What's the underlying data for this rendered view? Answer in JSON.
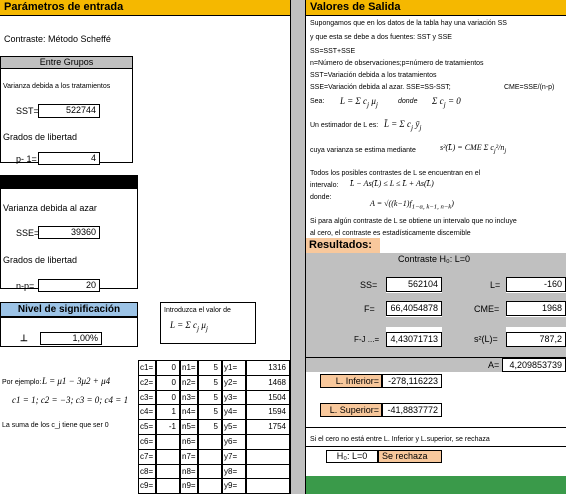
{
  "left": {
    "header": "Parámetros de entrada",
    "contraste": "Contraste: Método Scheffé",
    "entre_grupos": {
      "button": "Entre Grupos",
      "desc": "Varianza debida a los tratamientos",
      "sst_label": "SST=",
      "sst_value": "522744",
      "grados": "Grados de libertad",
      "p_label": "p- 1=",
      "p_value": "4"
    },
    "azar": {
      "desc": "Varianza debida al azar",
      "sse_label": "SSE=",
      "sse_value": "39360",
      "grados": "Grados de libertad",
      "np_label": "n-p=",
      "np_value": "20"
    },
    "nivel": {
      "label": "Nivel de significación",
      "value": "1,00%",
      "spinner": "⊥"
    },
    "introduzca": "Introduzca el valor de",
    "ejemplo": {
      "por_ejemplo": "Por ejemplo:",
      "l_expr": "L = μ1 − 3μ2 + μ4",
      "coefs": "c1 = 1; c2 = −3; c3 = 0; c4 = 1",
      "nota": "La suma de los c_j tiene que ser 0"
    },
    "table": [
      {
        "c": "c1=",
        "cv": "0",
        "n": "n1=",
        "nv": "5",
        "y": "y1=",
        "yv": "1316"
      },
      {
        "c": "c2=",
        "cv": "0",
        "n": "n2=",
        "nv": "5",
        "y": "y2=",
        "yv": "1468"
      },
      {
        "c": "c3=",
        "cv": "0",
        "n": "n3=",
        "nv": "5",
        "y": "y3=",
        "yv": "1504"
      },
      {
        "c": "c4=",
        "cv": "1",
        "n": "n4=",
        "nv": "5",
        "y": "y4=",
        "yv": "1594"
      },
      {
        "c": "c5=",
        "cv": "-1",
        "n": "n5=",
        "nv": "5",
        "y": "y5=",
        "yv": "1754"
      },
      {
        "c": "c6=",
        "cv": "",
        "n": "n6=",
        "nv": "",
        "y": "y6=",
        "yv": ""
      },
      {
        "c": "c7=",
        "cv": "",
        "n": "n7=",
        "nv": "",
        "y": "y7=",
        "yv": ""
      },
      {
        "c": "c8=",
        "cv": "",
        "n": "n8=",
        "nv": "",
        "y": "y8=",
        "yv": ""
      },
      {
        "c": "c9=",
        "cv": "",
        "n": "n9=",
        "nv": "",
        "y": "y9=",
        "yv": ""
      }
    ]
  },
  "right": {
    "header": "Valores de Salida",
    "intro1": "Supongamos que en los datos de la tabla hay una variación SS",
    "intro2": "y que esta se debe a dos fuentes: SST y SSE",
    "ss_eq": "SS=SST+SSE",
    "n_def": "n=Número de observaciones;p=número de tratamientos",
    "sst_def": "SST=Variación debida a los tratamientos",
    "sse_def": "SSE=Variación debida al azar. SSE=SS-SST;",
    "cme_def": "CME=SSE/(n-p)",
    "sea": "Sea:",
    "donde1": "donde",
    "estimador": "Un estimador de L es:",
    "varianza": "cuya varianza se estima mediante",
    "todos1": "Todos los posibles contrastes de L se encuentran en el",
    "todos2": "intervalo:",
    "donde2": "donde:",
    "si1": "Si para algún contraste de L se obtiene un intervalo que no incluye",
    "si2": "al cero, el contraste es estadísticamente discernible",
    "resultados": "Resultados:",
    "contraste_h0": "Contraste H₀: L=0",
    "ss_label": "SS=",
    "ss_value": "562104",
    "l_label": "L=",
    "l_value": "-160",
    "f_label": "F=",
    "f_value": "66,4054878",
    "cme_label": "CME=",
    "cme_value": "1968",
    "fj_label": "F-J ...=",
    "fj_value": "4,43071713",
    "s2_label": "s²(L)=",
    "s2_value": "787,2",
    "a_label": "A=",
    "a_value": "4,209853739",
    "linf_label": "L. Inferior=",
    "linf_value": "-278,116223",
    "lsup_label": "L. Superior=",
    "lsup_value": "-41,8837772",
    "conclusion": "Si el cero no está entre L. Inferior y L.superior, se rechaza",
    "h0_label": "H₀: L=0",
    "h0_result": "Se rechaza"
  },
  "colors": {
    "header_orange": "#f5b800",
    "light_blue": "#9cc3e6",
    "peach": "#f8c89c",
    "gray": "#c0c0c0",
    "green": "#3a9a4a"
  }
}
